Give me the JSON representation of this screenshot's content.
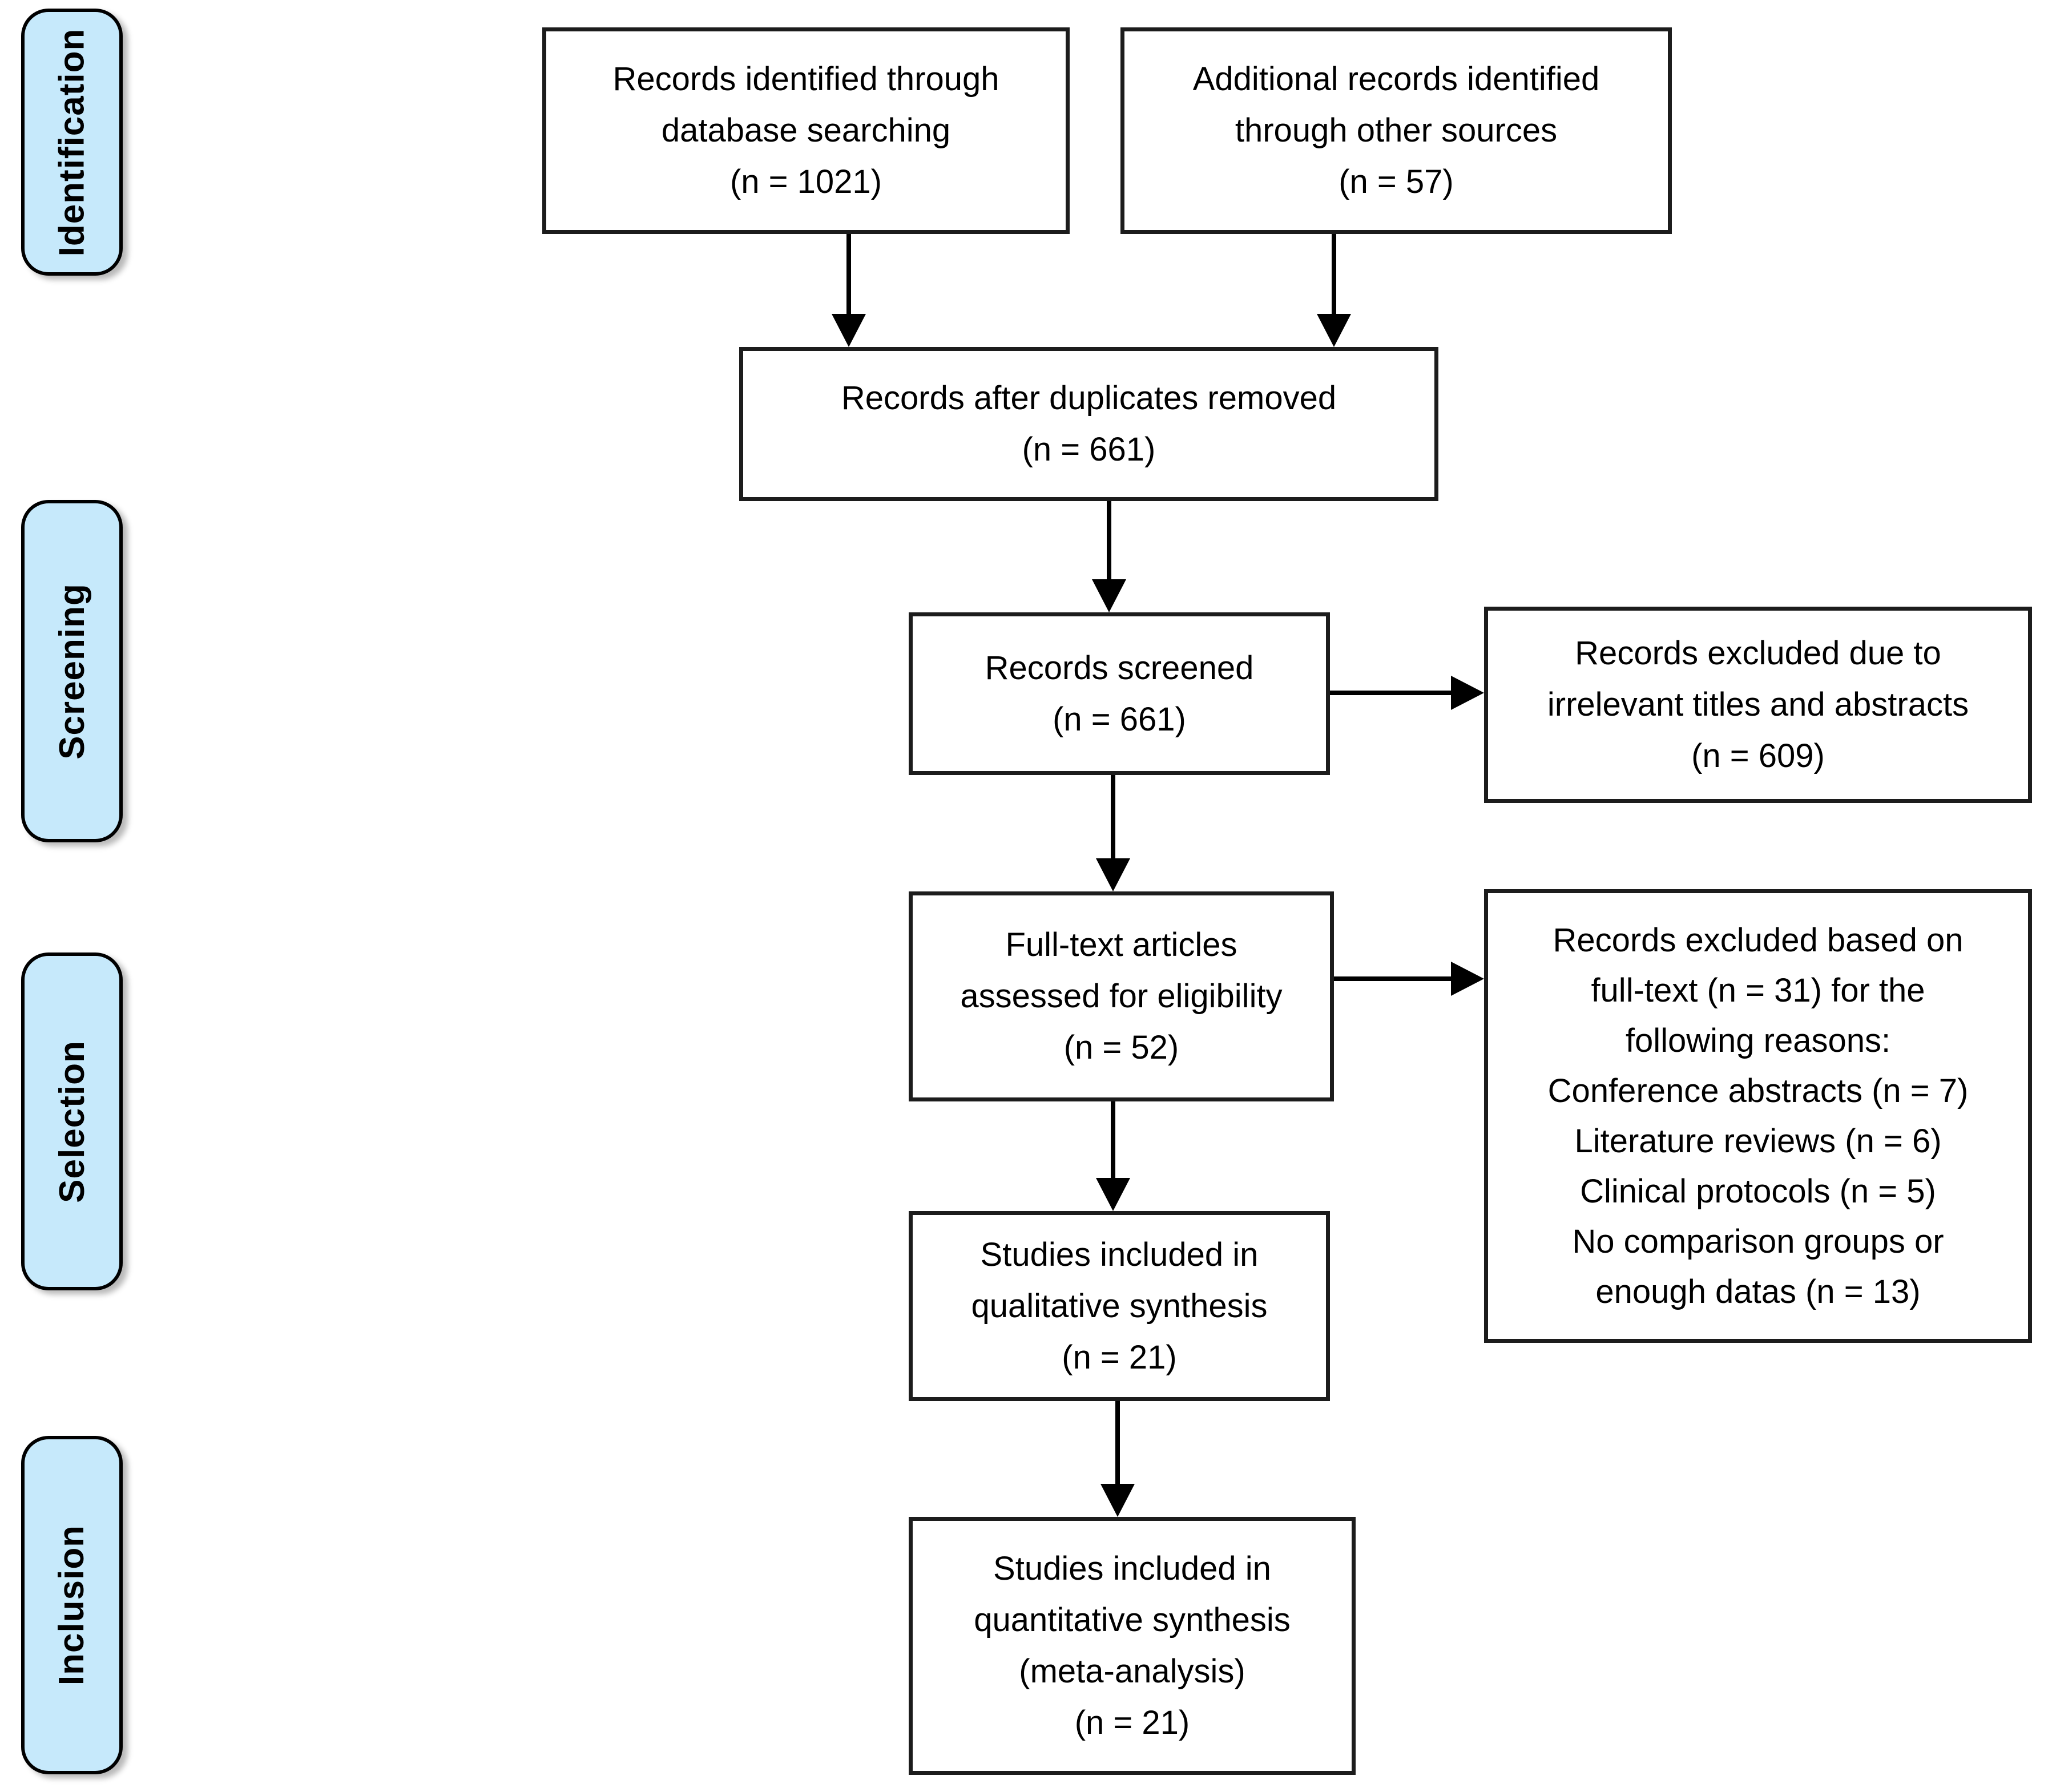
{
  "stages": [
    {
      "label": "Identification"
    },
    {
      "label": "Screening"
    },
    {
      "label": "Selection"
    },
    {
      "label": "Inclusion"
    }
  ],
  "boxes": {
    "identified_db": "Records identified through\ndatabase searching\n(n = 1021)",
    "identified_other": "Additional records identified\nthrough other sources\n(n = 57)",
    "duplicates_removed": "Records after duplicates removed\n(n = 661)",
    "screened": "Records screened\n(n = 661)",
    "excluded_screening": "Records excluded due to\nirrelevant titles and abstracts\n(n = 609)",
    "fulltext_assessed": "Full-text articles\nassessed for eligibility\n(n = 52)",
    "excluded_fulltext": "Records excluded based on\nfull-text (n = 31) for the\nfollowing reasons:\nConference abstracts (n = 7)\nLiterature reviews (n = 6)\nClinical protocols (n = 5)\nNo comparison groups or\nenough datas (n = 13)",
    "qualitative_synthesis": "Studies included in\nqualitative synthesis\n(n = 21)",
    "quantitative_synthesis": "Studies included in\nquantitative synthesis\n(meta-analysis)\n(n = 21)"
  },
  "counts": {
    "identified_db": 1021,
    "identified_other": 57,
    "after_duplicates": 661,
    "screened": 661,
    "excluded_screening": 609,
    "fulltext_assessed": 52,
    "excluded_fulltext": 31,
    "excluded_conference_abstracts": 7,
    "excluded_literature_reviews": 6,
    "excluded_clinical_protocols": 5,
    "excluded_no_comparison_or_data": 13,
    "qualitative_included": 21,
    "quantitative_included": 21
  },
  "colors": {
    "stage_fill": "#c6e9fb",
    "stage_border": "#000000",
    "box_fill": "#ffffff",
    "box_border": "#1c1c1c",
    "arrow": "#000000",
    "background": "#ffffff"
  }
}
